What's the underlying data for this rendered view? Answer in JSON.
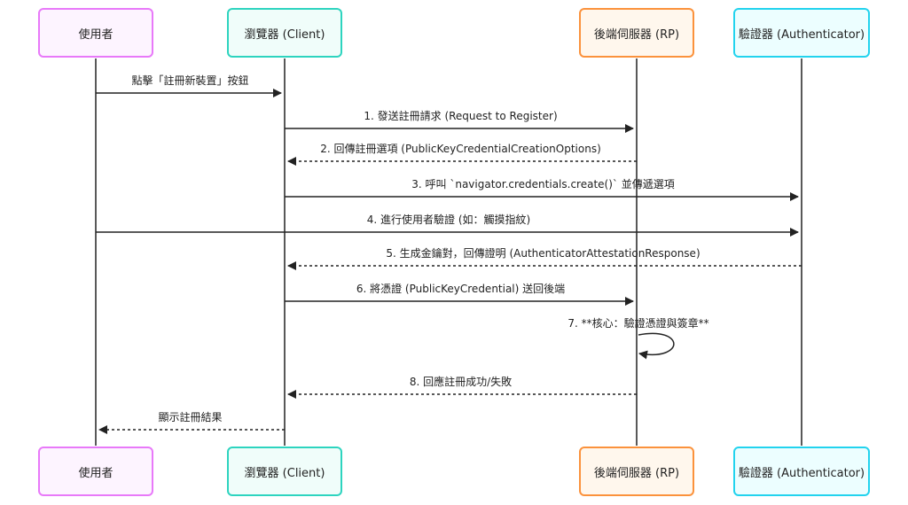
{
  "actors": [
    {
      "id": "user",
      "label": "使用者",
      "border": "#e879f9",
      "fill": "#fdf4ff"
    },
    {
      "id": "client",
      "label": "瀏覽器 (Client)",
      "border": "#2dd4bf",
      "fill": "#f0fdfa"
    },
    {
      "id": "rp",
      "label": "後端伺服器 (RP)",
      "border": "#fb923c",
      "fill": "#fff7ed"
    },
    {
      "id": "auth",
      "label": "驗證器 (Authenticator)",
      "border": "#22d3ee",
      "fill": "#ecfeff"
    }
  ],
  "messages": [
    {
      "from": "user",
      "to": "client",
      "style": "solid",
      "label": "點擊「註冊新裝置」按鈕"
    },
    {
      "from": "client",
      "to": "rp",
      "style": "solid",
      "label": "1. 發送註冊請求 (Request to Register)"
    },
    {
      "from": "rp",
      "to": "client",
      "style": "dashed",
      "label": "2. 回傳註冊選項 (PublicKeyCredentialCreationOptions)"
    },
    {
      "from": "client",
      "to": "auth",
      "style": "solid",
      "label": "3. 呼叫 `navigator.credentials.create()` 並傳遞選項"
    },
    {
      "from": "user",
      "to": "auth",
      "style": "solid",
      "label": "4. 進行使用者驗證 (如：觸摸指紋)"
    },
    {
      "from": "auth",
      "to": "client",
      "style": "dashed",
      "label": "5. 生成金鑰對，回傳證明 (AuthenticatorAttestationResponse)"
    },
    {
      "from": "client",
      "to": "rp",
      "style": "solid",
      "label": "6. 將憑證 (PublicKeyCredential) 送回後端"
    },
    {
      "from": "rp",
      "to": "rp",
      "style": "self",
      "label": "7. **核心：驗證憑證與簽章**"
    },
    {
      "from": "rp",
      "to": "client",
      "style": "dashed",
      "label": "8. 回應註冊成功/失敗"
    },
    {
      "from": "client",
      "to": "user",
      "style": "dashed",
      "label": "顯示註冊結果"
    }
  ],
  "colors": {
    "line": "#222222",
    "lifeline": "#222222"
  }
}
